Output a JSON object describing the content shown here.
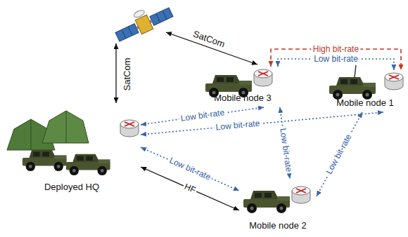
{
  "diagram": {
    "nodes": [
      {
        "text": [
          "Mobile node 3"
        ]
      },
      {
        "text": [
          "Mobile node 1"
        ]
      },
      {
        "text": [
          "Deployed HQ"
        ]
      },
      {
        "text": [
          "Mobile node 2"
        ]
      }
    ],
    "edges": [
      {
        "from": 0,
        "to": 1,
        "label": "High bit-rate",
        "arrow": "both"
      },
      {
        "from": 0,
        "to": 1,
        "label": "Low bit-rate",
        "arrow": "both"
      },
      {
        "from": 2,
        "to": 0,
        "label": "Low bit-rate",
        "arrow": "both"
      },
      {
        "from": 2,
        "to": 1,
        "label": "Low bit-rate",
        "arrow": "both"
      },
      {
        "from": 2,
        "to": 3,
        "label": "Low bit-rate",
        "arrow": "both"
      },
      {
        "from": 2,
        "to": 3,
        "label": "HF",
        "arrow": "both"
      },
      {
        "from": 0,
        "to": 3,
        "label": "Low bit-rate",
        "arrow": "both"
      },
      {
        "from": 1,
        "to": 3,
        "label": "Low bit-rate",
        "arrow": "both"
      }
    ],
    "labels": [
      "SatCom",
      "SatCom"
    ]
  }
}
